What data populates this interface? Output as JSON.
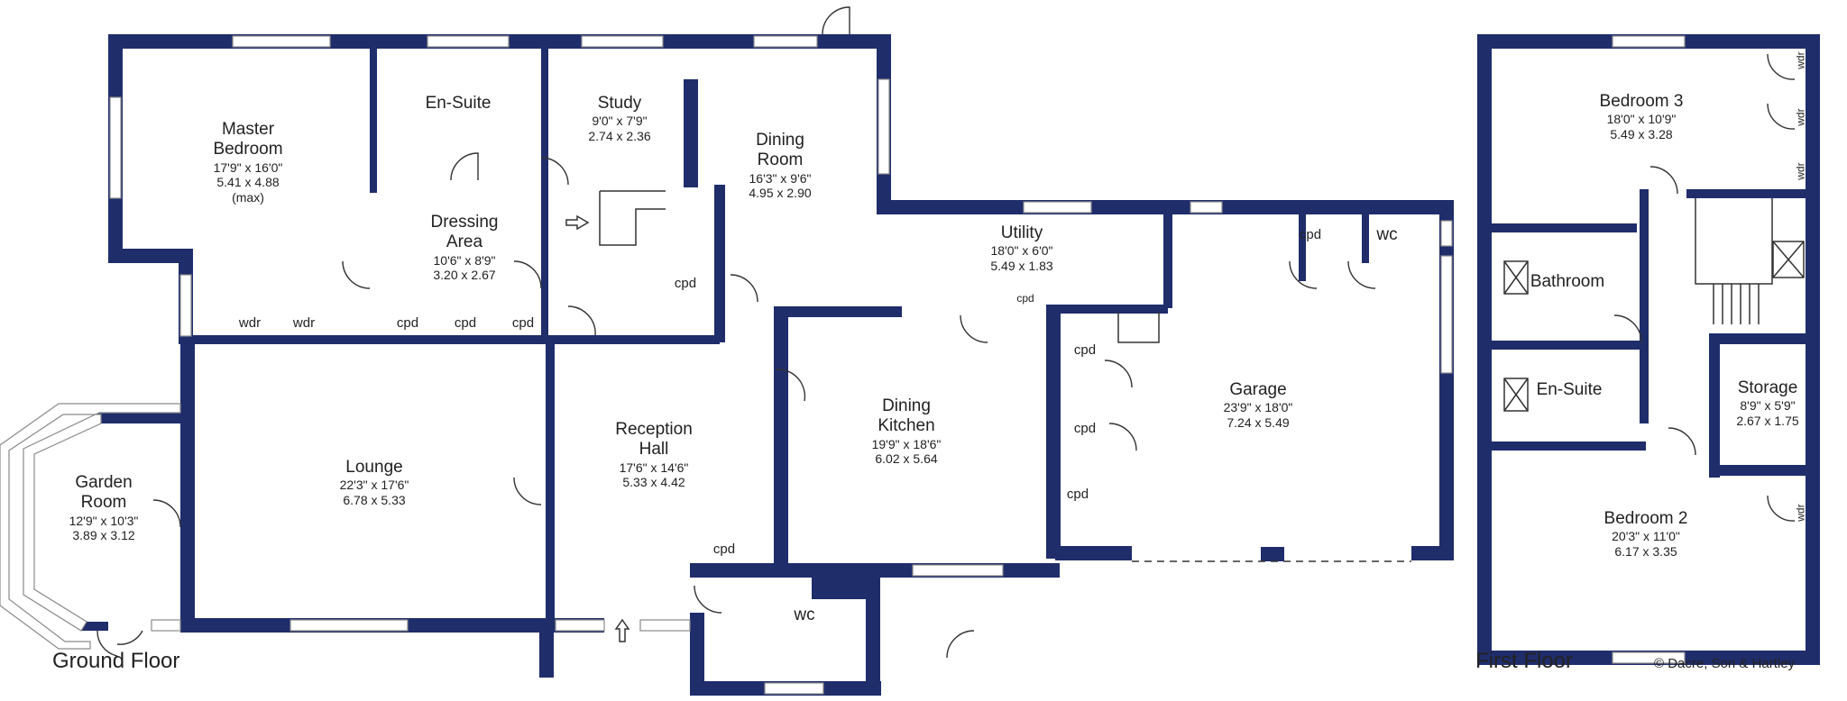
{
  "floors": {
    "ground": "Ground Floor",
    "first": "First Floor"
  },
  "copyright": "© Dacre, Son & Hartley",
  "rooms": {
    "master_bedroom": {
      "name1": "Master",
      "name2": "Bedroom",
      "imperial": "17'9\" x 16'0\"",
      "metric": "5.41 x 4.88",
      "note": "(max)"
    },
    "en_suite_ground": {
      "name": "En-Suite"
    },
    "study": {
      "name": "Study",
      "imperial": "9'0\" x 7'9\"",
      "metric": "2.74 x 2.36"
    },
    "dining_room": {
      "name1": "Dining",
      "name2": "Room",
      "imperial": "16'3\" x 9'6\"",
      "metric": "4.95 x 2.90"
    },
    "dressing_area": {
      "name1": "Dressing",
      "name2": "Area",
      "imperial": "10'6\" x 8'9\"",
      "metric": "3.20 x 2.67"
    },
    "utility": {
      "name": "Utility",
      "imperial": "18'0\" x 6'0\"",
      "metric": "5.49 x 1.83"
    },
    "wc_garage": {
      "name": "wc"
    },
    "garden_room": {
      "name1": "Garden",
      "name2": "Room",
      "imperial": "12'9\" x 10'3\"",
      "metric": "3.89 x 3.12"
    },
    "lounge": {
      "name": "Lounge",
      "imperial": "22'3\" x 17'6\"",
      "metric": "6.78 x 5.33"
    },
    "reception_hall": {
      "name1": "Reception",
      "name2": "Hall",
      "imperial": "17'6\" x 14'6\"",
      "metric": "5.33 x 4.42"
    },
    "dining_kitchen": {
      "name1": "Dining",
      "name2": "Kitchen",
      "imperial": "19'9\" x 18'6\"",
      "metric": "6.02 x 5.64"
    },
    "garage": {
      "name": "Garage",
      "imperial": "23'9\" x 18'0\"",
      "metric": "7.24 x 5.49"
    },
    "wc_hall": {
      "name": "wc"
    },
    "bedroom3": {
      "name": "Bedroom 3",
      "imperial": "18'0\" x 10'9\"",
      "metric": "5.49 x 3.28"
    },
    "bathroom": {
      "name": "Bathroom"
    },
    "en_suite_first": {
      "name": "En-Suite"
    },
    "storage": {
      "name": "Storage",
      "imperial": "8'9\" x 5'9\"",
      "metric": "2.67 x 1.75"
    },
    "bedroom2": {
      "name": "Bedroom 2",
      "imperial": "20'3\" x 11'0\"",
      "metric": "6.17 x 3.35"
    }
  },
  "cupboards": {
    "wdr": "wdr",
    "cpd": "cpd"
  },
  "colors": {
    "wall": "#1f2d6b",
    "window": "#ffffff"
  }
}
